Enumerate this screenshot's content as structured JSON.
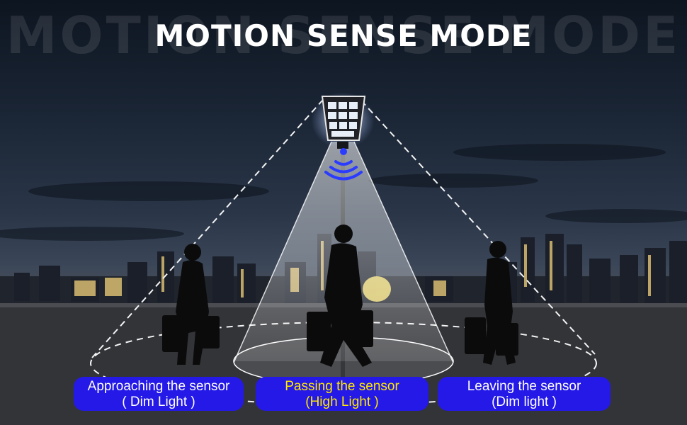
{
  "title": "MOTION SENSE MODE",
  "title_shadow": "MOTION SENSE MODE",
  "colors": {
    "pill_background": "#2419e6",
    "highlight_text": "#ffe800",
    "normal_text": "#ffffff"
  },
  "stages": [
    {
      "line1": "Approaching the sensor",
      "line2": "( Dim Light )",
      "text_color": "#ffffff"
    },
    {
      "line1": "Passing the sensor",
      "line2": "(High Light )",
      "text_color": "#ffe800"
    },
    {
      "line1": "Leaving the sensor",
      "line2": "(Dim light )",
      "text_color": "#ffffff"
    }
  ],
  "icons": [
    "solar-street-light-icon",
    "motion-wave-icon",
    "walking-person-icon"
  ]
}
